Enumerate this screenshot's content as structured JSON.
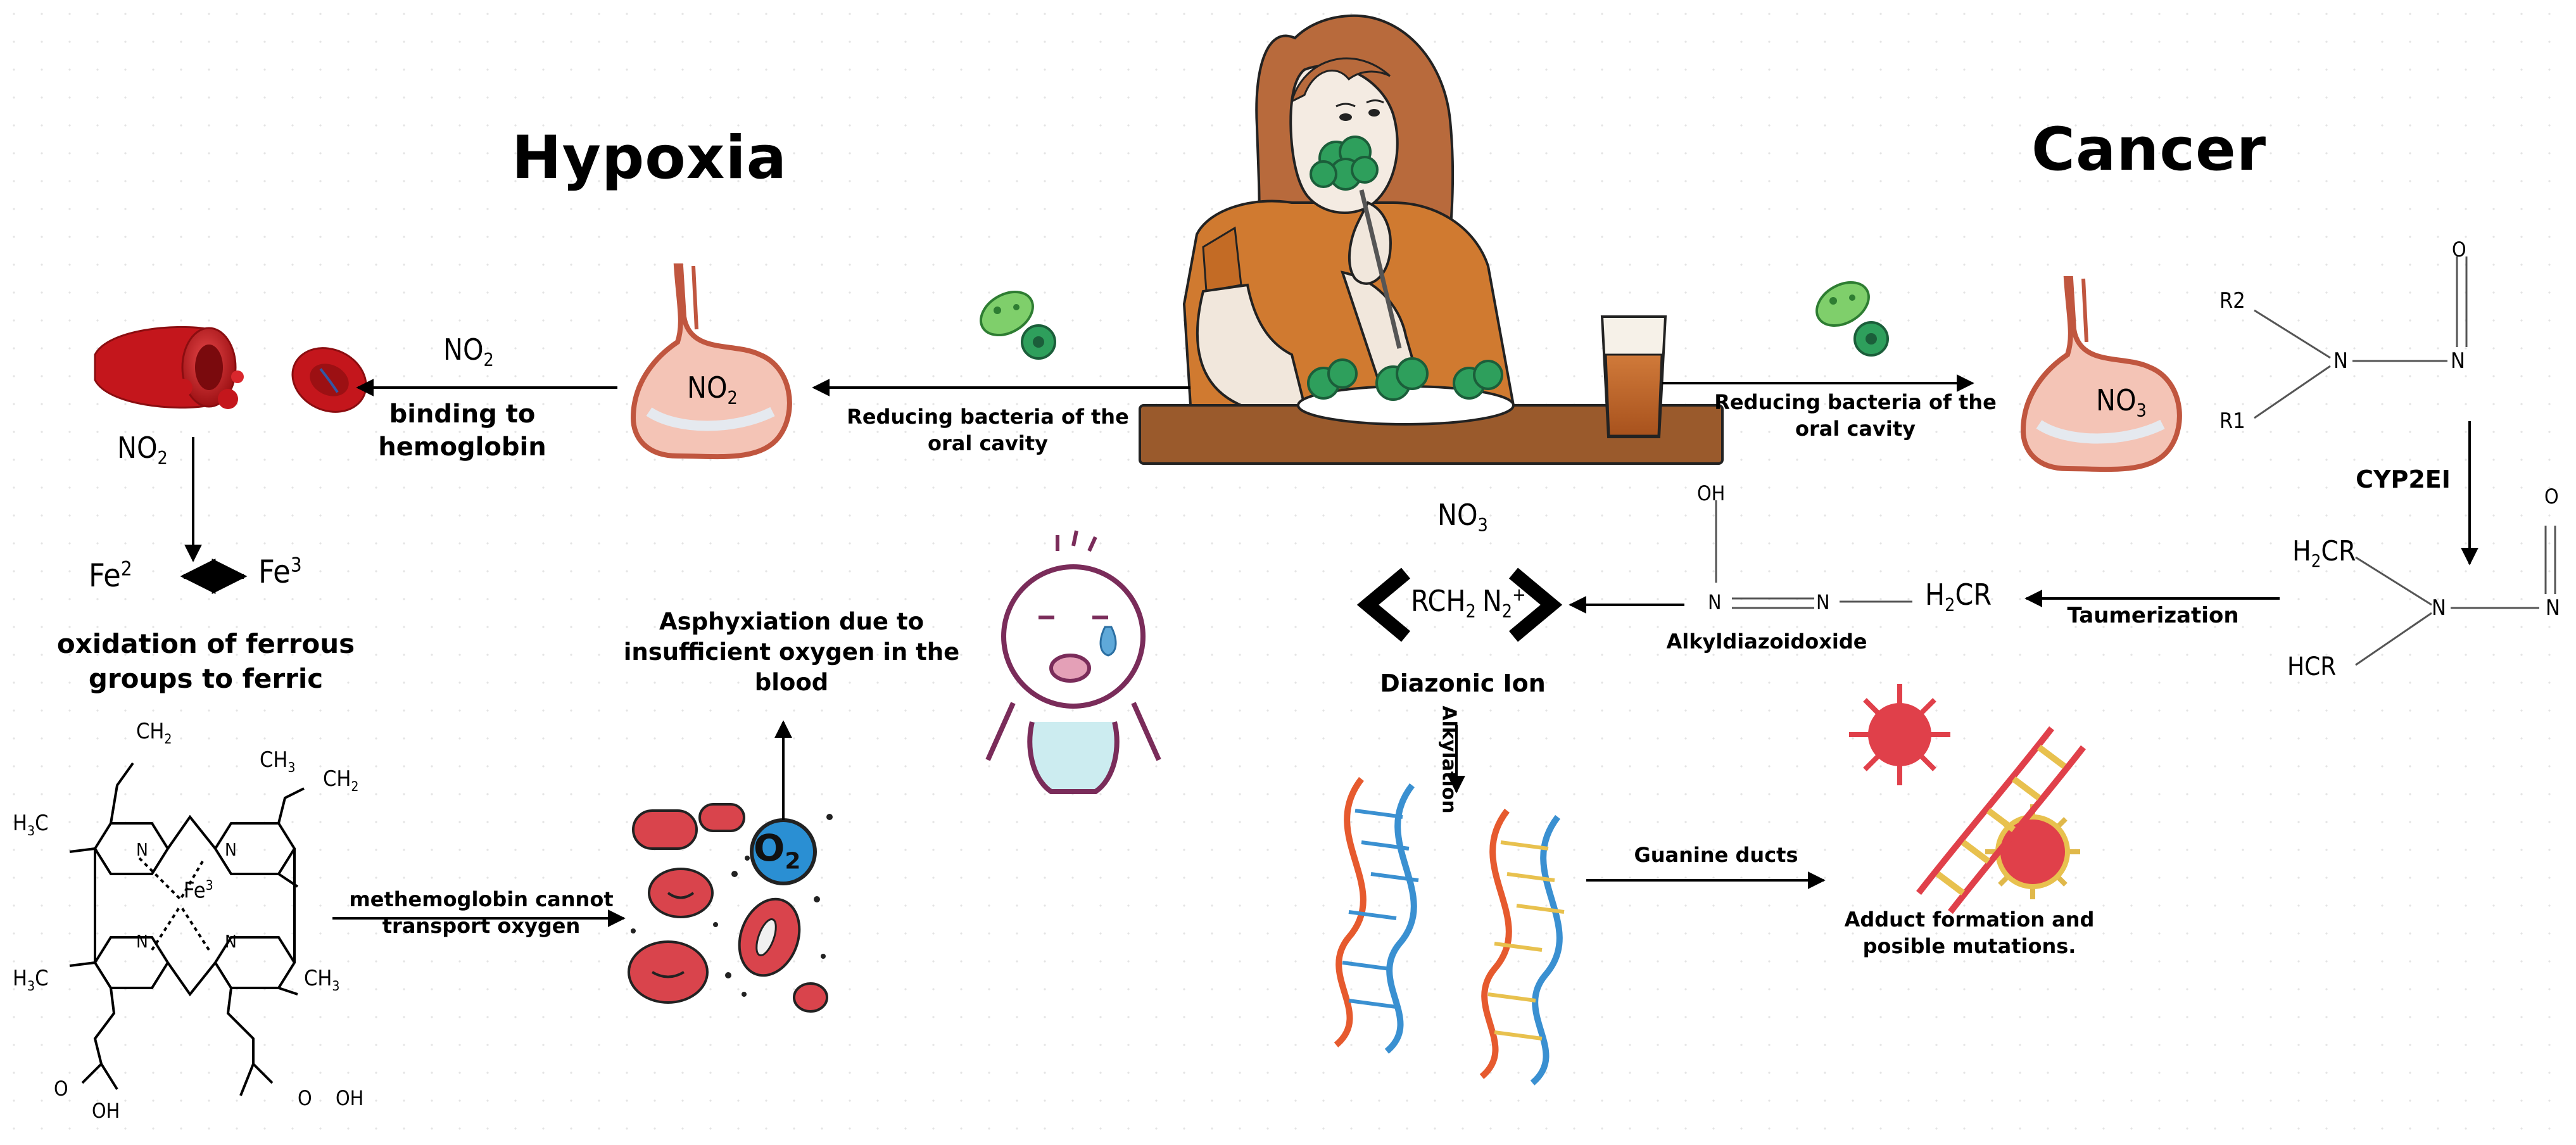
{
  "titles": {
    "left": "Hypoxia",
    "right": "Cancer"
  },
  "labels": {
    "reducing_left": "Reducing bacteria of the oral cavity",
    "reducing_right": "Reducing bacteria of the oral cavity",
    "binding": "binding to hemoglobin",
    "oxidation": "oxidation of ferrous groups to ferric",
    "asphyxiation": "Asphyxiation due to insufficient oxygen in the blood",
    "methemoglobin": "methemoglobin cannot transport oxygen",
    "cyp2e1": "CYP2EI",
    "taumerization": "Taumerization",
    "alkyldiazoidoxide": "Alkyldiazoidoxide",
    "diazonic_ion": "Diazonic Ion",
    "alkylation": "Alkylation",
    "guanine": "Guanine ducts",
    "adduct": "Adduct formation and posible mutations."
  },
  "chem": {
    "no2_above_arrow": "NO",
    "no2_above_arrow_sub": "2",
    "no2_stomach": "NO",
    "no2_stomach_sub": "2",
    "no2_blood": "NO",
    "no2_blood_sub": "2",
    "no3_center": "NO",
    "no3_center_sub": "3",
    "no3_stomach": "NO",
    "no3_stomach_sub": "3",
    "fe_left": "Fe",
    "fe_left_sup": "2",
    "fe_right": "Fe",
    "fe_right_sup": "3",
    "r1": "R1",
    "r2": "R2",
    "n": "N",
    "o": "O",
    "oh": "OH",
    "h2cr": "H",
    "h2cr_sub": "2",
    "h2cr_tail": "CR",
    "hcr": "HCR",
    "rch": "RCH",
    "rch_sub": "2",
    "rch_n": "N",
    "rch_n_sub": "2",
    "rch_n_sup": "+",
    "o2": "O",
    "o2_sub": "2",
    "heme_ch2_top": "CH",
    "heme_ch2_top_sub": "2",
    "heme_ch3_top": "CH",
    "heme_ch3_top_sub": "3",
    "heme_ch2_right": "CH",
    "heme_ch2_right_sub": "2",
    "heme_h3c_left": "H",
    "heme_h3c_left_sub": "3",
    "heme_h3c_left_tail": "C",
    "heme_h3c_bottom": "H",
    "heme_h3c_bottom_sub": "3",
    "heme_h3c_bottom_tail": "C",
    "heme_ch3_bottom": "CH",
    "heme_ch3_bottom_sub": "3",
    "heme_fe": "Fe",
    "heme_fe_sup": "3",
    "heme_n": "N",
    "heme_oh_left": "OH",
    "heme_oh_right": "OH",
    "heme_o_left": "O",
    "heme_o_right": "O"
  }
}
